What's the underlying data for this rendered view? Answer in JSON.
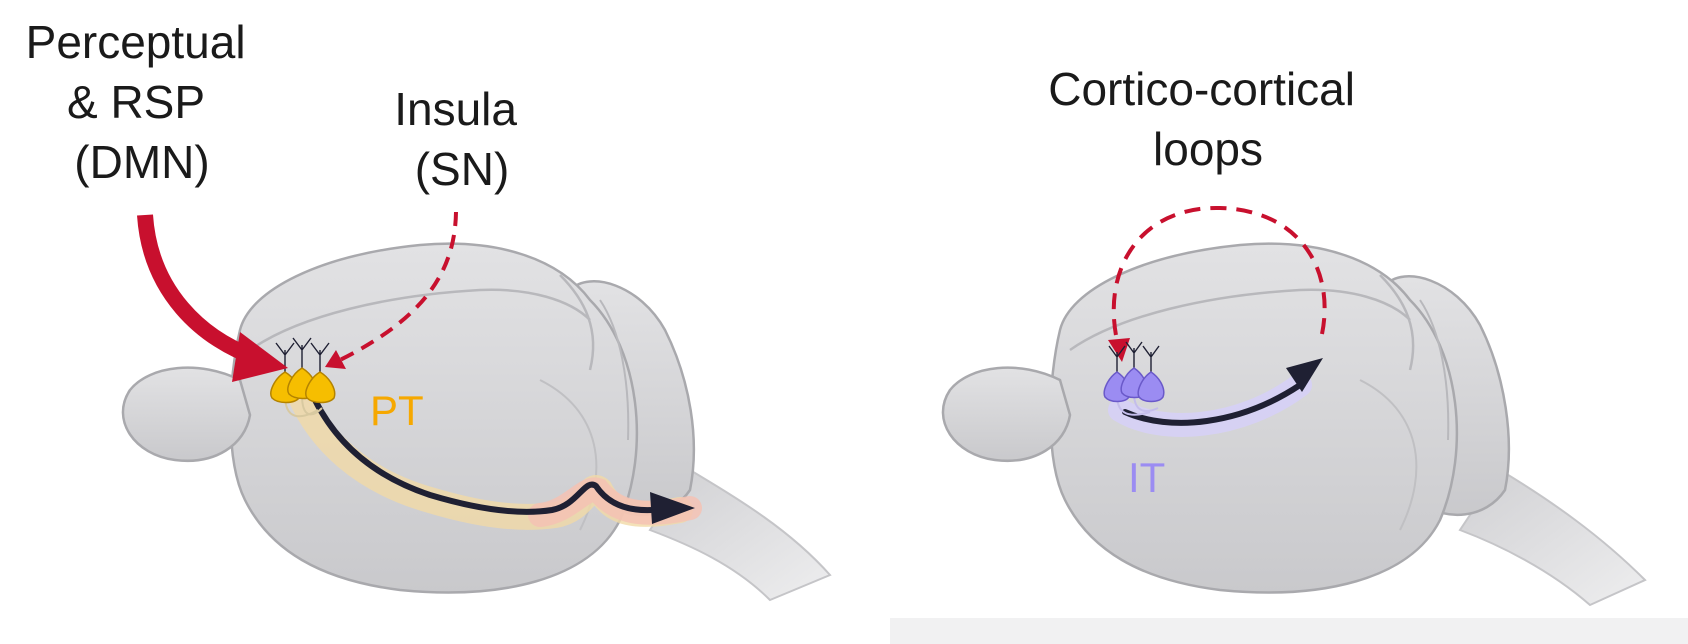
{
  "left_panel": {
    "input_label_lines": [
      "Perceptual",
      "& RSP",
      "(DMN)"
    ],
    "insula_label_lines": [
      "Insula",
      "(SN)"
    ],
    "neuron_label": "PT",
    "colors": {
      "input_arrow": "#c8102e",
      "dashed_arrow": "#c8102e",
      "neuron_fill": "#f6be00",
      "neuron_stroke": "#b48300",
      "neuron_label": "#f6a800",
      "projection_glow": "#f1d9a6",
      "projection_tail_glow": "#f4c2b4",
      "projection_arrow": "#1f2033"
    }
  },
  "right_panel": {
    "title_lines": [
      "Cortico-cortical",
      "loops"
    ],
    "neuron_label": "IT",
    "colors": {
      "loop_arrow": "#c8102e",
      "neuron_fill": "#9b8cf2",
      "neuron_stroke": "#6a59c9",
      "neuron_label": "#9b8cf2",
      "projection_glow": "#d6d0f6",
      "projection_arrow": "#1f2033"
    }
  },
  "brain_colors": {
    "fill": "#d5d5d7",
    "fill_light": "#e4e4e6",
    "outline": "#a9a9ad",
    "shade": "#b8b8bc"
  }
}
